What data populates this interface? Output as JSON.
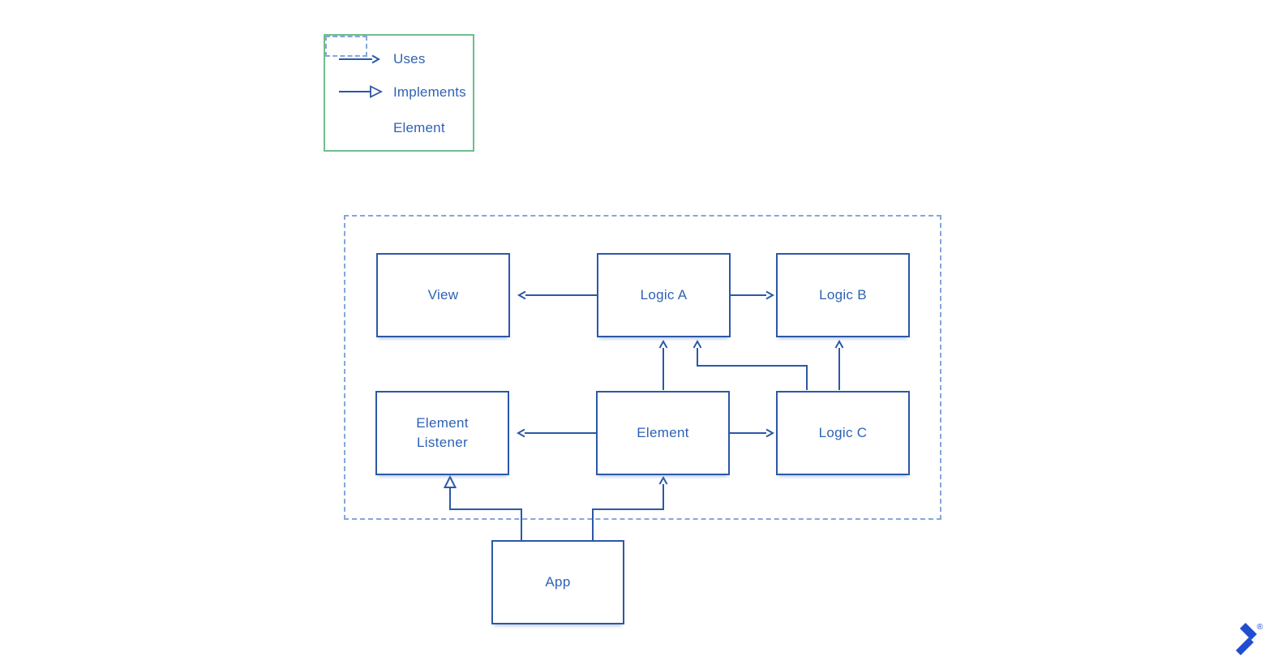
{
  "legend": {
    "items": [
      {
        "icon": "uses-arrow-icon",
        "label": "Uses"
      },
      {
        "icon": "implements-arrow-icon",
        "label": "Implements"
      },
      {
        "icon": "element-box-icon",
        "label": "Element"
      }
    ]
  },
  "diagram": {
    "nodes": [
      {
        "id": "view",
        "label": "View"
      },
      {
        "id": "logic-a",
        "label": "Logic A"
      },
      {
        "id": "logic-b",
        "label": "Logic B"
      },
      {
        "id": "element-listener",
        "label": "Element\nListener"
      },
      {
        "id": "element",
        "label": "Element"
      },
      {
        "id": "logic-c",
        "label": "Logic C"
      },
      {
        "id": "app",
        "label": "App"
      }
    ],
    "connections": [
      {
        "from": "logic-a",
        "to": "view",
        "type": "uses"
      },
      {
        "from": "logic-a",
        "to": "logic-b",
        "type": "uses"
      },
      {
        "from": "element",
        "to": "element-listener",
        "type": "uses"
      },
      {
        "from": "element",
        "to": "logic-c",
        "type": "uses"
      },
      {
        "from": "element",
        "to": "logic-a",
        "type": "uses"
      },
      {
        "from": "logic-c",
        "to": "logic-a",
        "type": "uses"
      },
      {
        "from": "logic-c",
        "to": "logic-b",
        "type": "uses"
      },
      {
        "from": "app",
        "to": "element-listener",
        "type": "implements"
      },
      {
        "from": "app",
        "to": "element",
        "type": "uses"
      }
    ],
    "group": {
      "style": "dashed",
      "contains": [
        "view",
        "logic-a",
        "logic-b",
        "element-listener",
        "element",
        "logic-c"
      ]
    }
  },
  "colors": {
    "line": "#2c58a7",
    "text": "#2e62b5",
    "dashed_border": "#84a7da",
    "legend_border": "#6fbe8e",
    "logo": "#204ecf"
  },
  "logo": {
    "name": "toptal-logo-mark",
    "registered_mark": "®"
  }
}
